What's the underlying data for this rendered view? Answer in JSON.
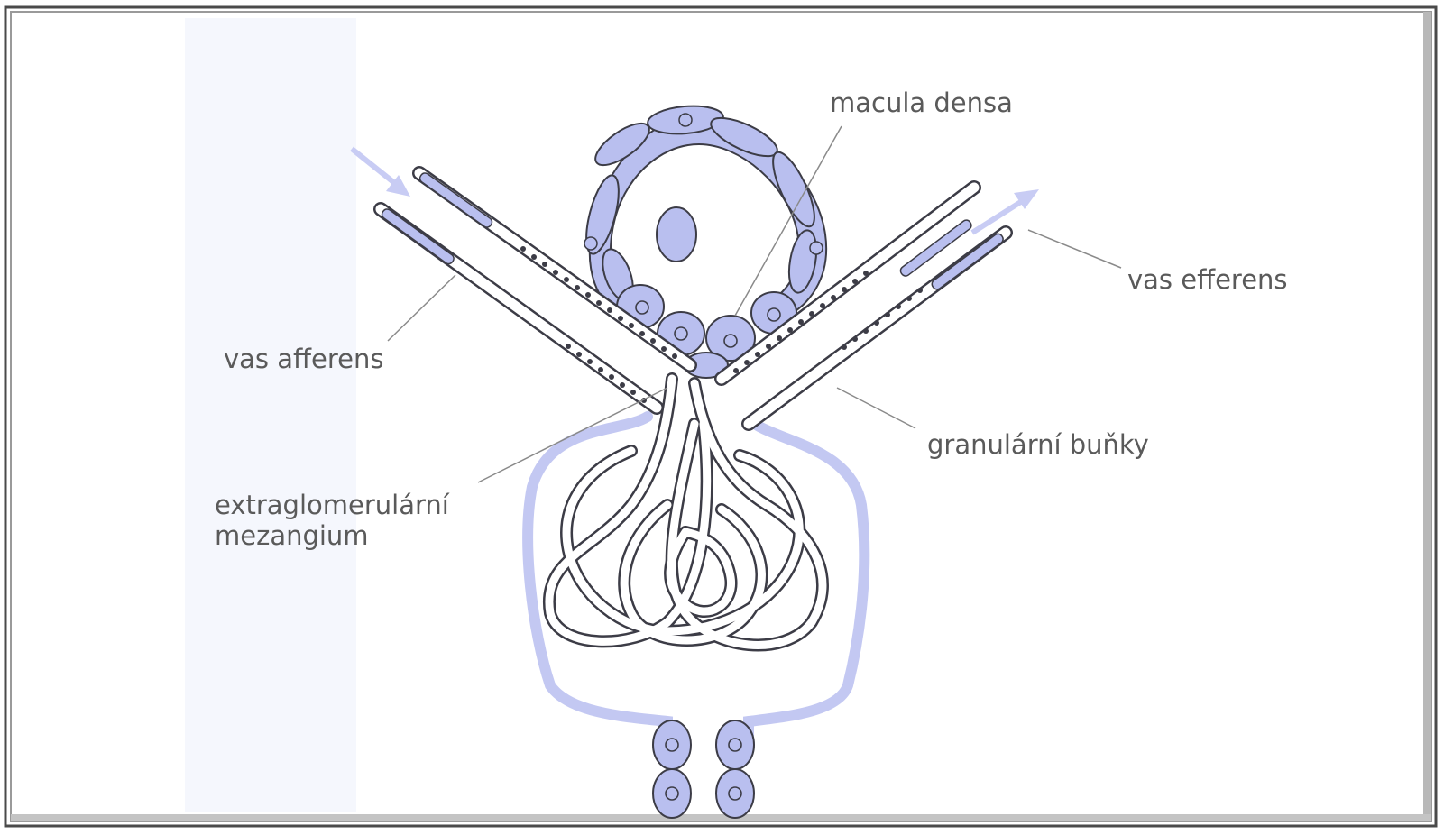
{
  "labels": {
    "macula_densa": "macula densa",
    "vas_efferens": "vas efferens",
    "vas_afferens": "vas afferens",
    "granular_cells": "granulární buňky",
    "extraglomerular_line1": "extraglomerulární",
    "extraglomerular_line2": "mezangium"
  },
  "colors": {
    "cell_fill": "#b9bfef",
    "capsule": "#c3c8f2",
    "outline": "#3c3c46",
    "label": "#5a5a5a",
    "arrow": "#c8ccf4"
  }
}
